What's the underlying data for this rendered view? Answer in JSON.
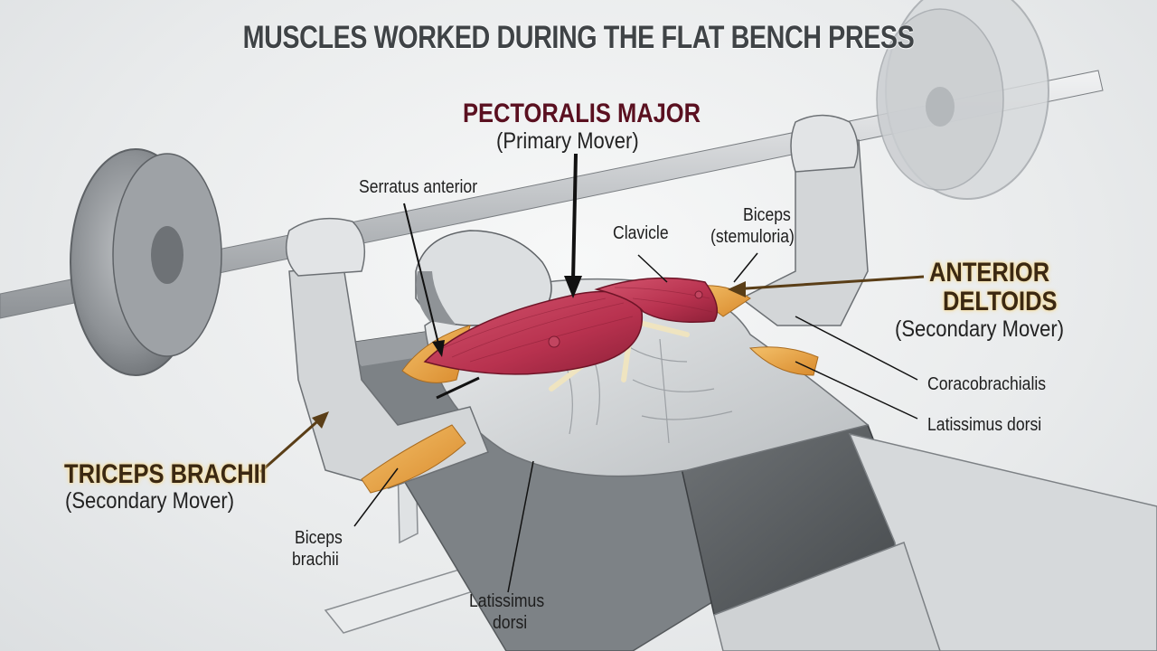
{
  "title": "MUSCLES WORKED DURING THE FLAT BENCH PRESS",
  "primary": {
    "name": "PECTORALIS MAJOR",
    "role": "(Primary Mover)",
    "color": "#5a1020"
  },
  "secondary": [
    {
      "name_line1": "ANTERIOR",
      "name_line2": "DELTOIDS",
      "role": "(Secondary Mover)"
    },
    {
      "name": "TRICEPS BRACHII",
      "role": "(Secondary Mover)"
    }
  ],
  "labels": {
    "serratus": "Serratus anterior",
    "clavicle": "Clavicle",
    "biceps_top_1": "Biceps",
    "biceps_top_2": "(stemuloria)",
    "coracobrachialis": "Coracobrachialis",
    "lat_right": "Latissimus dorsi",
    "biceps_bottom_1": "Biceps",
    "biceps_bottom_2": "brachii",
    "lat_bottom_1": "Latissimus",
    "lat_bottom_2": "dorsi"
  },
  "colors": {
    "pectoralis": "#b8324f",
    "deltoid": "#e9a043",
    "tendon": "#efe4c0",
    "body": "#d9dcde",
    "equipment": "#a9adb0"
  }
}
